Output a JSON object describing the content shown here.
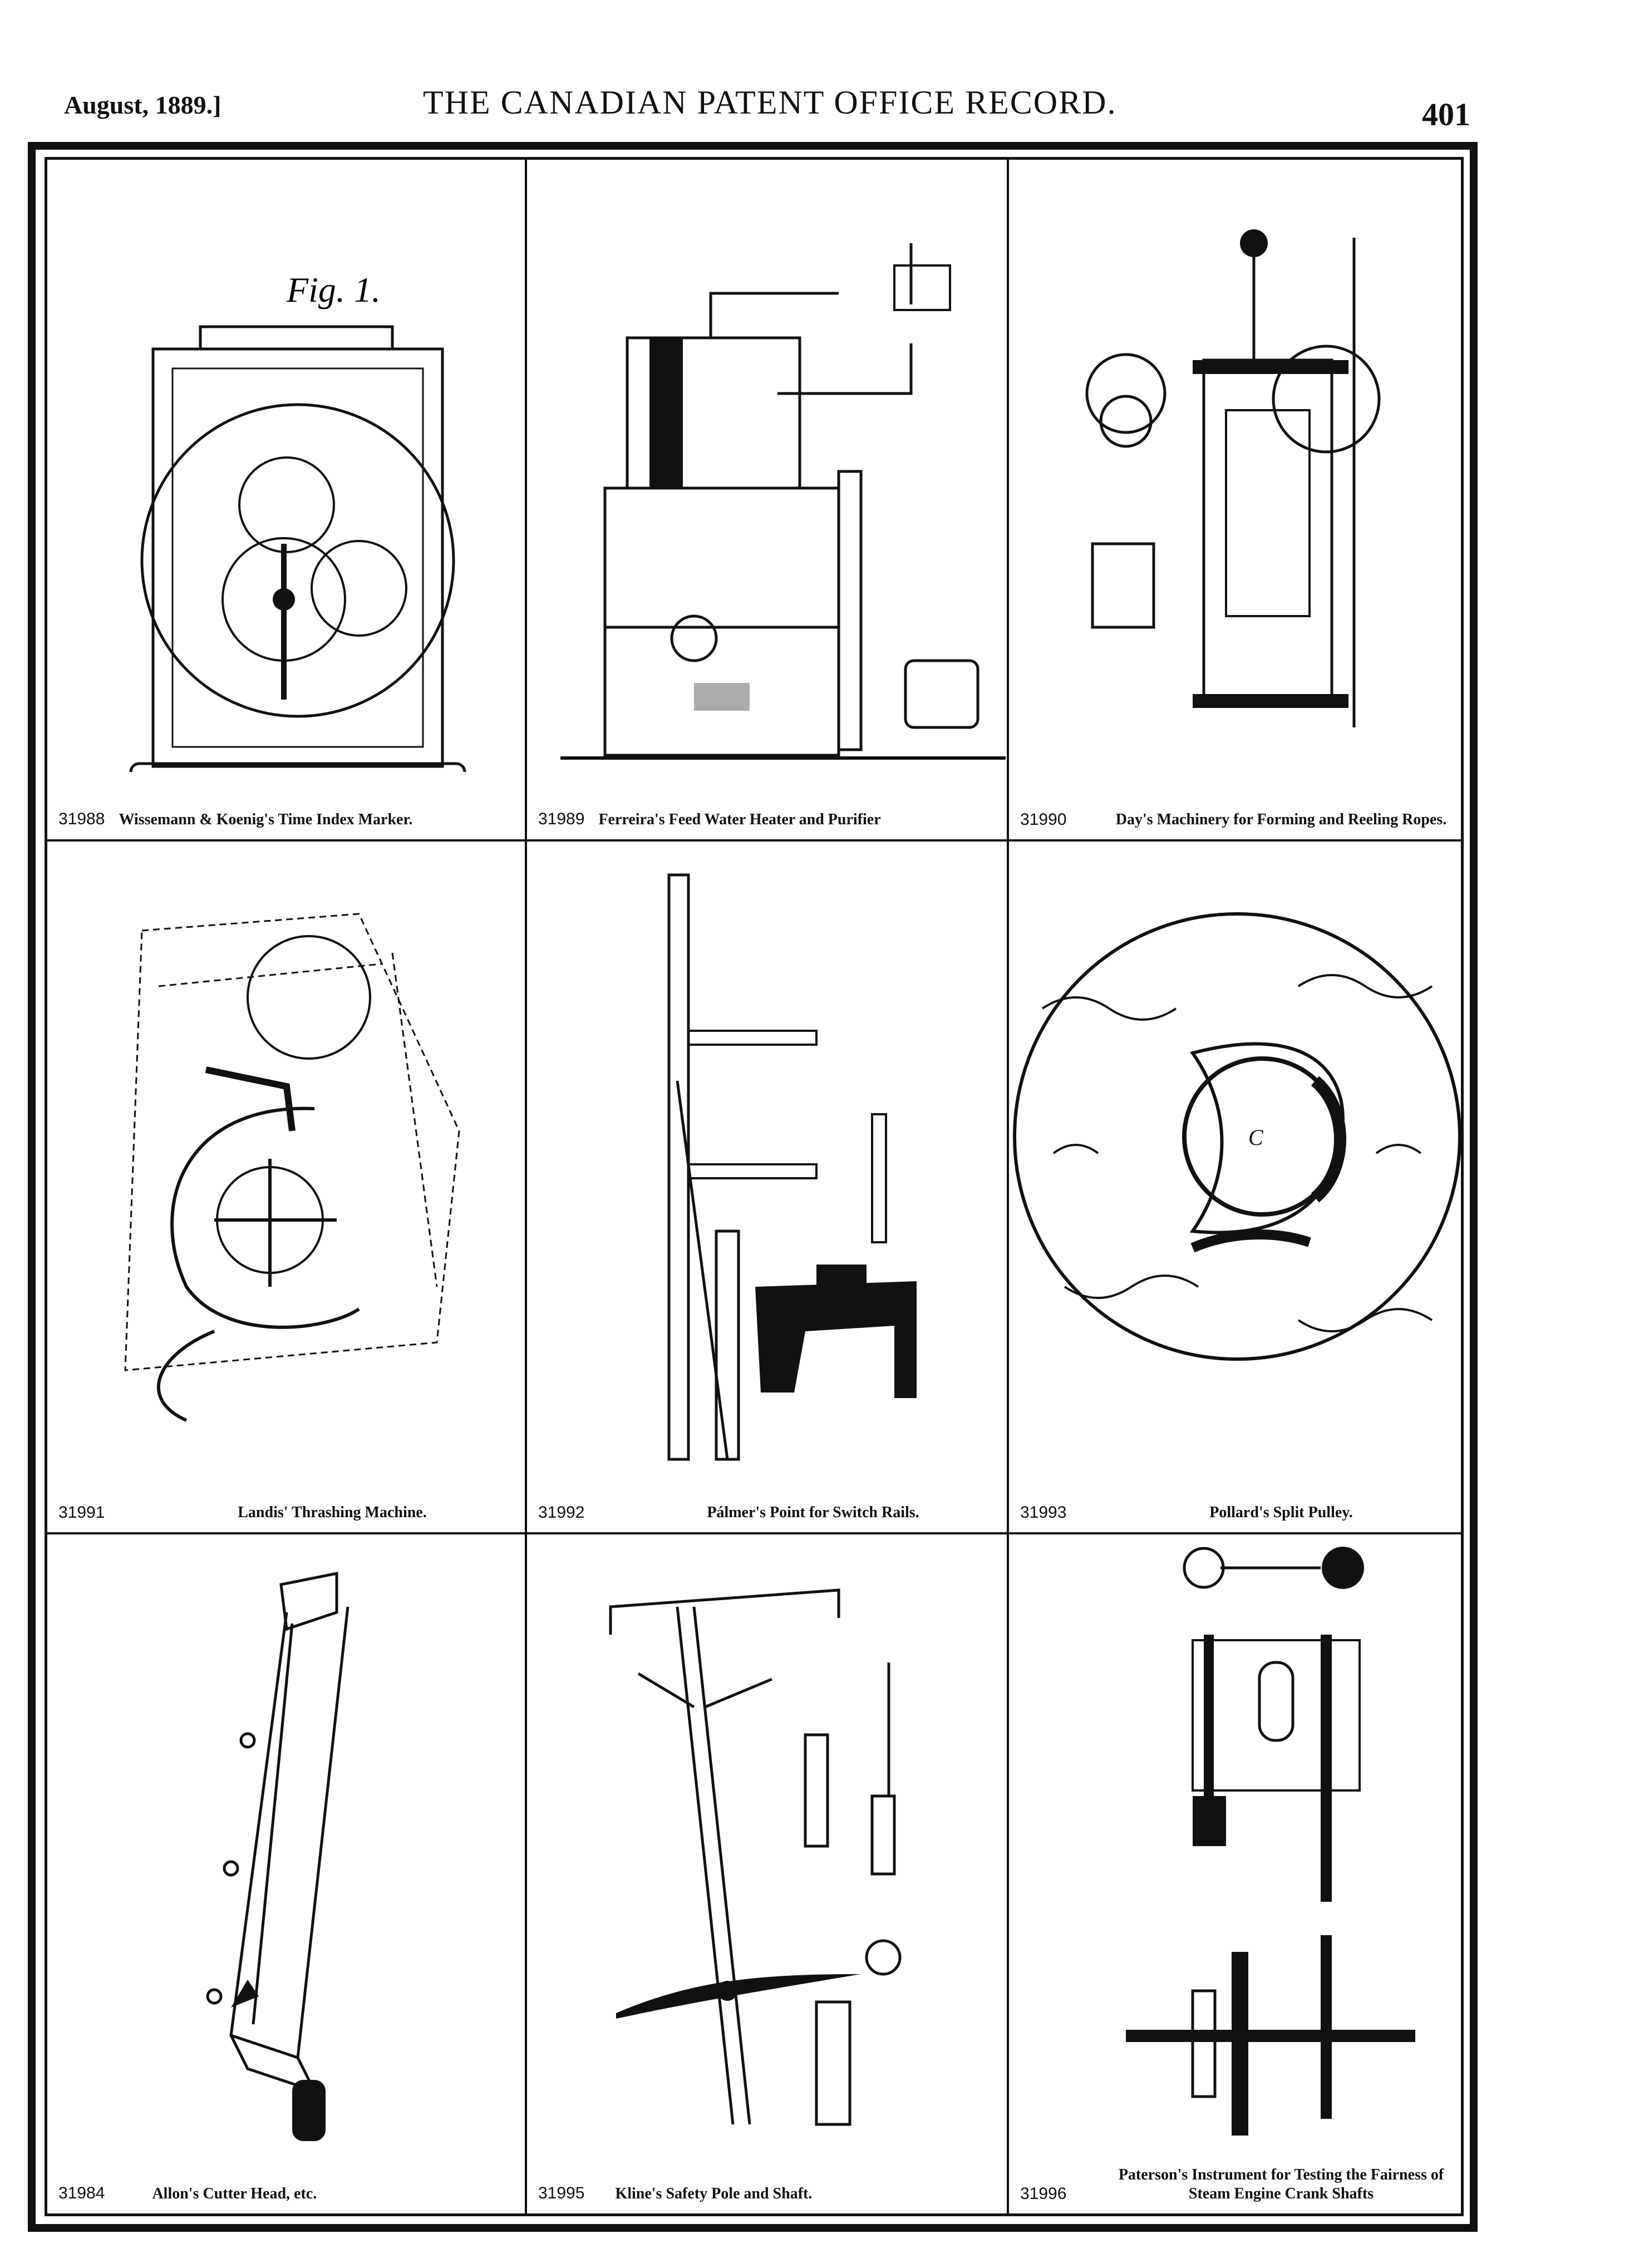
{
  "header": {
    "date": "August, 1889.]",
    "title": "THE CANADIAN PATENT OFFICE RECORD.",
    "page_number": "401"
  },
  "patents": [
    {
      "number": "31988",
      "title": "Wissemann & Koenig's Time Index Marker.",
      "figure_label": "Fig. 1."
    },
    {
      "number": "31989",
      "title": "Ferreira's Feed Water Heater and Purifier"
    },
    {
      "number": "31990",
      "title": "Day's Machinery for Forming and Reeling Ropes."
    },
    {
      "number": "31991",
      "title": "Landis' Thrashing Machine."
    },
    {
      "number": "31992",
      "title": "Pálmer's Point for Switch Rails."
    },
    {
      "number": "31993",
      "title": "Pollard's Split Pulley."
    },
    {
      "number": "31984",
      "title": "Allon's Cutter Head, etc."
    },
    {
      "number": "31995",
      "title": "Kline's Safety Pole and Shaft."
    },
    {
      "number": "31996",
      "title": "Paterson's Instrument for Testing the Fairness of Steam Engine Crank Shafts"
    }
  ]
}
